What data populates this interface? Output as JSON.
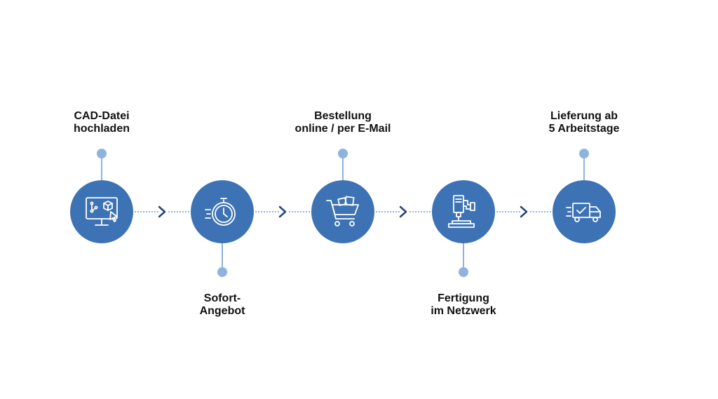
{
  "colors": {
    "primary": "#3d73b5",
    "light": "#8fb3e0",
    "chevron": "#23467f",
    "text": "#111111",
    "icon": "#ffffff"
  },
  "steps": [
    {
      "line1": "CAD-Datei",
      "line2": "hochladen",
      "icon": "monitor-cad-icon"
    },
    {
      "line1": "Sofort-",
      "line2": "Angebot",
      "icon": "stopwatch-icon"
    },
    {
      "line1": "Bestellung",
      "line2": "online / per E-Mail",
      "icon": "shopping-cart-icon"
    },
    {
      "line1": "Fertigung",
      "line2": "im Netzwerk",
      "icon": "cnc-machine-icon"
    },
    {
      "line1": "Lieferung ab",
      "line2": "5 Arbeitstage",
      "icon": "delivery-truck-icon"
    }
  ]
}
